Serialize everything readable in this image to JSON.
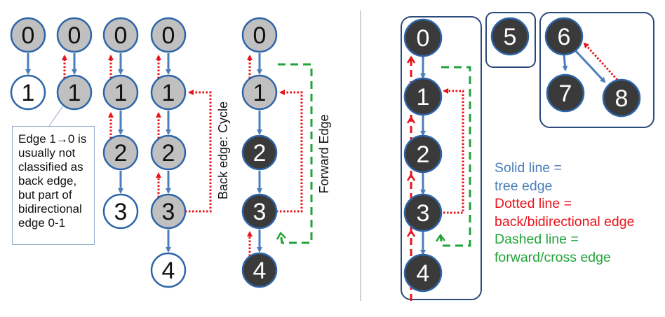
{
  "left_panel": {
    "callout_lines": [
      "Edge 1→0 is",
      "usually not",
      "classified as",
      "back edge,",
      "but part of",
      "bidirectional",
      "edge 0-1"
    ],
    "back_edge_label": "Back edge: Cycle",
    "forward_edge_label": "Forward Edge",
    "columns": [
      {
        "nodes": [
          {
            "label": "0",
            "state": "gray"
          },
          {
            "label": "1",
            "state": "white"
          }
        ]
      },
      {
        "nodes": [
          {
            "label": "0",
            "state": "gray"
          },
          {
            "label": "1",
            "state": "gray"
          }
        ]
      },
      {
        "nodes": [
          {
            "label": "0",
            "state": "gray"
          },
          {
            "label": "1",
            "state": "gray"
          },
          {
            "label": "2",
            "state": "gray"
          },
          {
            "label": "3",
            "state": "white"
          }
        ]
      },
      {
        "nodes": [
          {
            "label": "0",
            "state": "gray"
          },
          {
            "label": "1",
            "state": "gray"
          },
          {
            "label": "2",
            "state": "gray"
          },
          {
            "label": "3",
            "state": "gray"
          },
          {
            "label": "4",
            "state": "white"
          }
        ]
      },
      {
        "nodes": [
          {
            "label": "0",
            "state": "gray"
          },
          {
            "label": "1",
            "state": "gray"
          },
          {
            "label": "2",
            "state": "black"
          },
          {
            "label": "3",
            "state": "black"
          },
          {
            "label": "4",
            "state": "black"
          }
        ]
      }
    ]
  },
  "right_panel": {
    "nodes": [
      {
        "label": "0"
      },
      {
        "label": "1"
      },
      {
        "label": "2"
      },
      {
        "label": "3"
      },
      {
        "label": "4"
      },
      {
        "label": "5"
      },
      {
        "label": "6"
      },
      {
        "label": "7"
      },
      {
        "label": "8"
      }
    ]
  },
  "legend": {
    "solid": [
      "Solid line =",
      "tree edge"
    ],
    "dotted": [
      "Dotted line =",
      "back/bidirectional edge"
    ],
    "dashed": [
      "Dashed line =",
      "forward/cross edge"
    ]
  },
  "colors": {
    "gray_fill": "#c0c0c0",
    "black_fill": "#3a3a3a",
    "node_stroke": "#2e64a8",
    "tree_edge": "#4a7ebb",
    "back_edge": "#e8141b",
    "forward_edge": "#22a33a",
    "box_stroke": "#2b4a7a",
    "divider": "#c0c0c0",
    "legend_solid": "#4a7ebb",
    "legend_dotted": "#e8141b",
    "legend_dashed": "#22a33a"
  }
}
